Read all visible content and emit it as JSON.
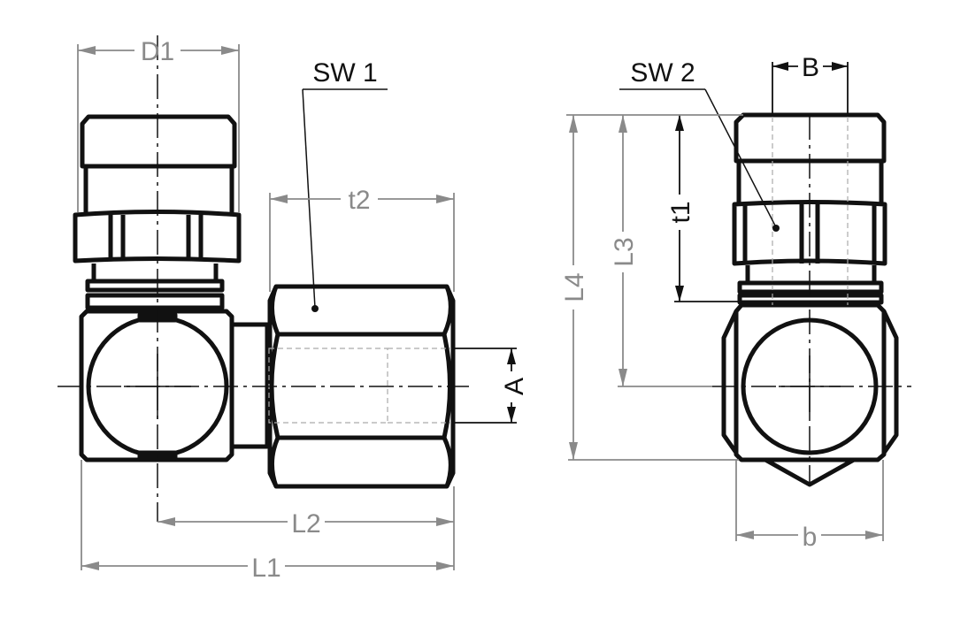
{
  "drawing": {
    "left_view": {
      "labels": {
        "D1": "D1",
        "SW1": "SW 1",
        "t2": "t2",
        "A": "A",
        "L2": "L2",
        "L1": "L1"
      }
    },
    "right_view": {
      "labels": {
        "SW2": "SW 2",
        "B": "B",
        "t1": "t1",
        "L3": "L3",
        "L4": "L4",
        "b": "b"
      }
    },
    "colors": {
      "outline": "#111111",
      "dimension": "#8a8a8a",
      "hidden": "#aaaaaa"
    }
  }
}
